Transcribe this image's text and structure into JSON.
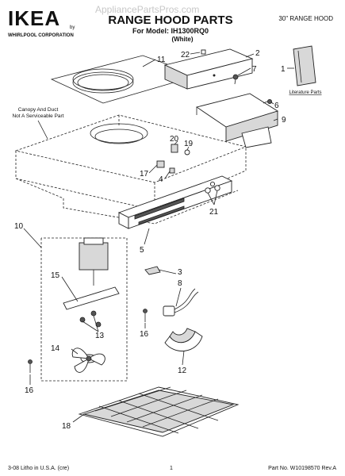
{
  "header": {
    "brand": "IKEA",
    "brand_sub1": "by",
    "brand_sub2": "WHIRLPOOL CORPORATION",
    "watermark": "AppliancePartsPros.com",
    "title": "RANGE HOOD PARTS",
    "model_line": "For Model: IH1300RQ0",
    "color_line": "(White)",
    "right_title": "30\" RANGE HOOD"
  },
  "labels": {
    "p1": "1",
    "p2": "2",
    "p3": "3",
    "p4": "4",
    "p5": "5",
    "p6": "6",
    "p7": "7",
    "p8": "8",
    "p9": "9",
    "p10": "10",
    "p11": "11",
    "p12": "12",
    "p13": "13",
    "p14": "14",
    "p15": "15",
    "p16a": "16",
    "p16b": "16",
    "p17": "17",
    "p18": "18",
    "p19": "19",
    "p20": "20",
    "p21": "21",
    "p22": "22"
  },
  "notes": {
    "canopy_line1": "Canopy And Duct",
    "canopy_line2": "Not A Serviceable Part",
    "literature": "Literature Parts"
  },
  "footer": {
    "left": "3-08 Litho in U.S.A. (cre)",
    "center": "1",
    "right": "Part No. W10198570 Rev.A"
  }
}
